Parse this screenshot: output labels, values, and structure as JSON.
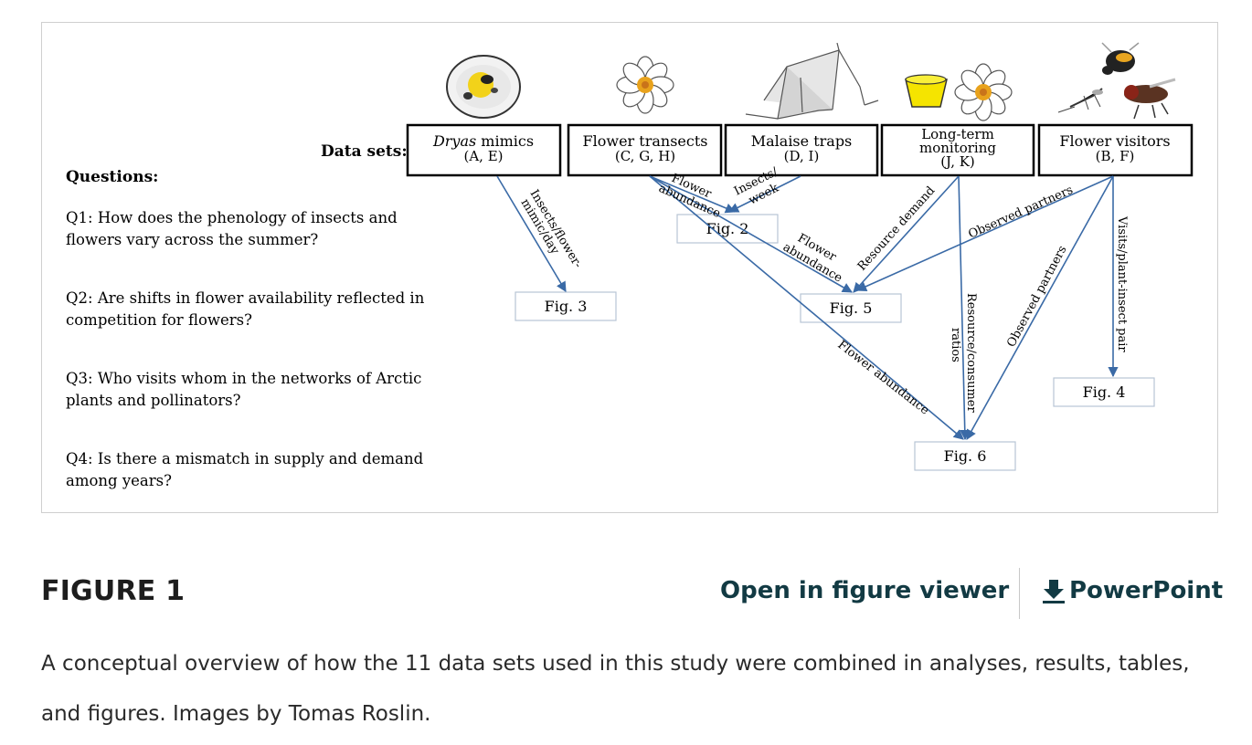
{
  "figure": {
    "datasets_label": "Data sets:",
    "questions_title": "Questions:",
    "questions": [
      {
        "line1": "Q1: How does the phenology of insects and",
        "line2": "flowers vary across the summer?"
      },
      {
        "line1": "Q2: Are shifts in flower availability reflected in",
        "line2": "competition for flowers?"
      },
      {
        "line1": "Q3: Who visits whom in the networks of Arctic",
        "line2": "plants and pollinators?"
      },
      {
        "line1": "Q4: Is there a mismatch in supply and demand",
        "line2": "among years?"
      }
    ],
    "datasets": [
      {
        "name_italic": "Dryas",
        "name_rest": " mimics",
        "codes": "(A, E)"
      },
      {
        "name": "Flower transects",
        "codes": "(C, G, H)"
      },
      {
        "name": "Malaise traps",
        "codes": "(D, I)"
      },
      {
        "name1": "Long-term",
        "name2": "monitoring",
        "codes": "(J, K)"
      },
      {
        "name": "Flower visitors",
        "codes": "(B, F)"
      }
    ],
    "figs": {
      "fig2": "Fig. 2",
      "fig3": "Fig. 3",
      "fig4": "Fig. 4",
      "fig5": "Fig. 5",
      "fig6": "Fig. 6"
    },
    "edge_labels": {
      "insects_flower1": "Insects/flower-",
      "insects_flower2": "mimic/day",
      "flower_abund_a1": "Flower",
      "flower_abund_a2": "abundance",
      "insects_week1": "Insects/",
      "insects_week2": "week",
      "flower_abund_b1": "Flower",
      "flower_abund_b2": "abundance",
      "resource_demand": "Resource demand",
      "observed_partners_a": "Observed partners",
      "visits_pair": "Visits/plant-insect pair",
      "resource_consumer1": "Resource/consumer",
      "resource_consumer2": "ratios",
      "observed_partners_b": "Observed partners",
      "flower_abund_c": "Flower abundance"
    },
    "colors": {
      "arrow": "#3a6aa6",
      "box_border": "#000000",
      "fig_border": "#b8c4d4"
    }
  },
  "footer": {
    "figure_label": "FIGURE 1",
    "open_viewer": "Open in figure viewer",
    "powerpoint": "PowerPoint",
    "download_icon": "download-icon",
    "caption": "A conceptual overview of how the 11 data sets used in this study were combined in analyses, results, tables, and figures. Images by Tomas Roslin."
  }
}
